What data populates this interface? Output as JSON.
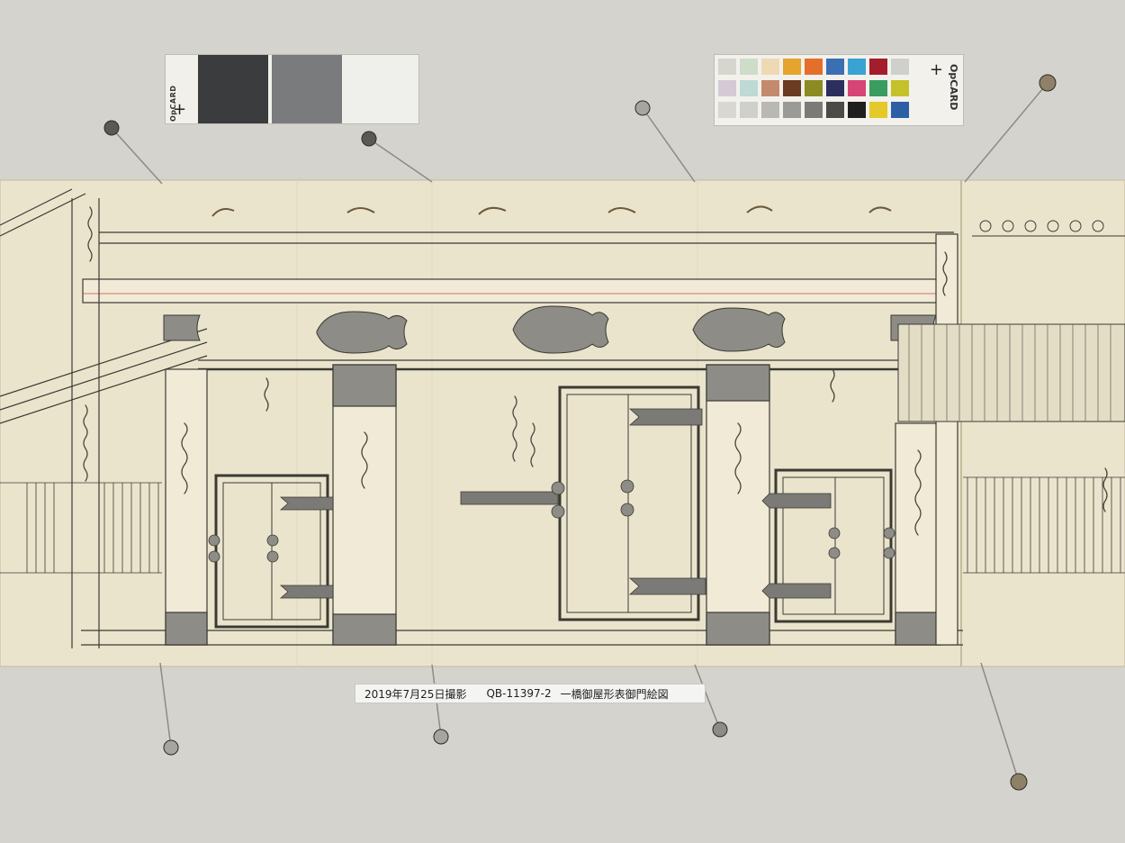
{
  "caption": {
    "date": "2019年7月25日撮影",
    "catalog_id": "QB-11397-2",
    "title": "一橋御屋形表御門絵図"
  },
  "gray_card": {
    "brand": "OpCARD"
  },
  "color_card": {
    "brand": "OpCARD",
    "swatches_row1": [
      "#d7d6ce",
      "#cfdcc8",
      "#eed9b3",
      "#e5a42d",
      "#e36f2b",
      "#3b6fb4",
      "#3aa3d4",
      "#a41d2c",
      "#cfcfcc"
    ],
    "swatches_row2": [
      "#d5c9d6",
      "#bfd9d4",
      "#c38a6e",
      "#6b3b22",
      "#8c8a23",
      "#2b2e5e",
      "#d74577",
      "#3a9c5e",
      "#c4c12a"
    ],
    "swatches_row3": [
      "#d8d7d1",
      "#cfcfcb",
      "#b9b8b3",
      "#9b9a96",
      "#7b7a76",
      "#4b4a47",
      "#1f1f1e",
      "#e5c82a",
      "#2d5fa5"
    ]
  },
  "drawing": {
    "paper": "#ece5cf",
    "ink": "#3b3a33",
    "wash": "#8d8c86",
    "bamboo": "#6b5a3a"
  }
}
